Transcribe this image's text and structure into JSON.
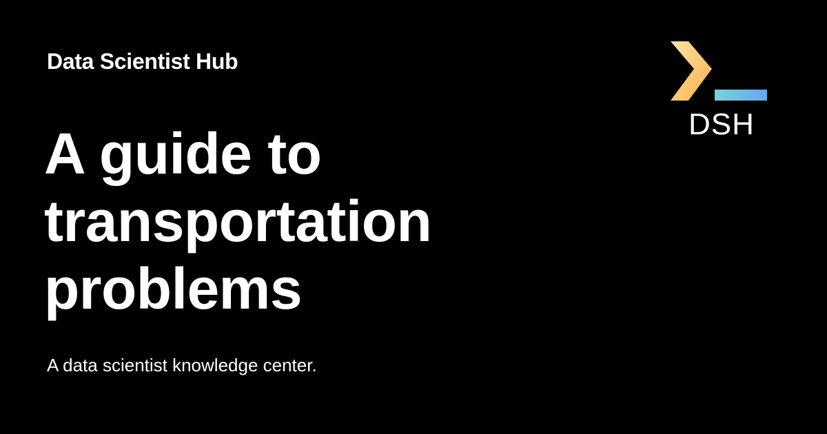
{
  "site": {
    "name": "Data Scientist Hub"
  },
  "headline": {
    "lines": [
      "A guide to",
      "transportation",
      "problems"
    ]
  },
  "tagline": "A data scientist knowledge center.",
  "logo": {
    "icon": "terminal-prompt-icon",
    "text": "DSH",
    "colors": {
      "chevron_light": "#FFE3A6",
      "chevron_dark": "#F6B04A",
      "bar_left": "#77D3D8",
      "bar_right": "#66A6F0"
    }
  },
  "colors": {
    "background": "#000000",
    "text": "#FFFFFF"
  }
}
